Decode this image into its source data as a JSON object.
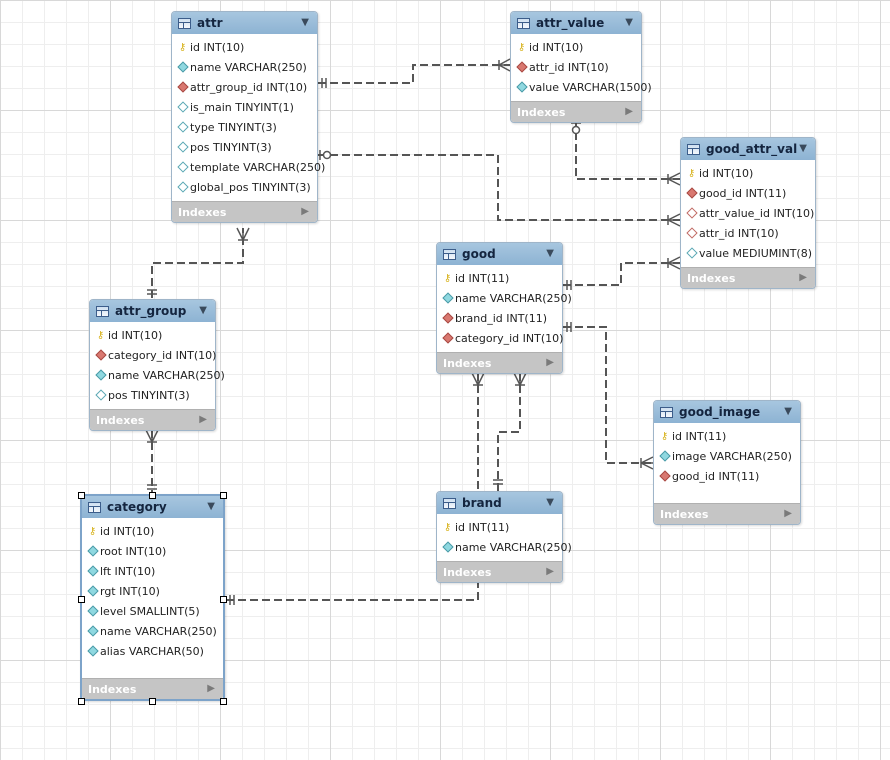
{
  "tables": {
    "attr": {
      "name": "attr",
      "columns": [
        {
          "icon": "pk",
          "text": "id INT(10)"
        },
        {
          "icon": "col",
          "text": "name VARCHAR(250)"
        },
        {
          "icon": "fk",
          "text": "attr_group_id INT(10)"
        },
        {
          "icon": "null",
          "text": "is_main TINYINT(1)"
        },
        {
          "icon": "null",
          "text": "type TINYINT(3)"
        },
        {
          "icon": "null",
          "text": "pos TINYINT(3)"
        },
        {
          "icon": "null",
          "text": "template VARCHAR(250)"
        },
        {
          "icon": "null",
          "text": "global_pos TINYINT(3)"
        }
      ],
      "indexes_label": "Indexes"
    },
    "attr_value": {
      "name": "attr_value",
      "columns": [
        {
          "icon": "pk",
          "text": "id INT(10)"
        },
        {
          "icon": "fk",
          "text": "attr_id INT(10)"
        },
        {
          "icon": "col",
          "text": "value VARCHAR(1500)"
        }
      ],
      "indexes_label": "Indexes"
    },
    "good_attr_val": {
      "name": "good_attr_val",
      "columns": [
        {
          "icon": "pk",
          "text": "id INT(10)"
        },
        {
          "icon": "fk",
          "text": "good_id INT(11)"
        },
        {
          "icon": "nullfk",
          "text": "attr_value_id INT(10)"
        },
        {
          "icon": "nullfk",
          "text": "attr_id INT(10)"
        },
        {
          "icon": "null",
          "text": "value MEDIUMINT(8)"
        }
      ],
      "indexes_label": "Indexes"
    },
    "good": {
      "name": "good",
      "columns": [
        {
          "icon": "pk",
          "text": "id INT(11)"
        },
        {
          "icon": "col",
          "text": "name VARCHAR(250)"
        },
        {
          "icon": "fk",
          "text": "brand_id INT(11)"
        },
        {
          "icon": "fk",
          "text": "category_id INT(10)"
        }
      ],
      "indexes_label": "Indexes"
    },
    "attr_group": {
      "name": "attr_group",
      "columns": [
        {
          "icon": "pk",
          "text": "id INT(10)"
        },
        {
          "icon": "fk",
          "text": "category_id INT(10)"
        },
        {
          "icon": "col",
          "text": "name VARCHAR(250)"
        },
        {
          "icon": "null",
          "text": "pos TINYINT(3)"
        }
      ],
      "indexes_label": "Indexes"
    },
    "good_image": {
      "name": "good_image",
      "columns": [
        {
          "icon": "pk",
          "text": "id INT(11)"
        },
        {
          "icon": "col",
          "text": "image VARCHAR(250)"
        },
        {
          "icon": "fk",
          "text": "good_id INT(11)"
        }
      ],
      "indexes_label": "Indexes"
    },
    "brand": {
      "name": "brand",
      "columns": [
        {
          "icon": "pk",
          "text": "id INT(11)"
        },
        {
          "icon": "col",
          "text": "name VARCHAR(250)"
        }
      ],
      "indexes_label": "Indexes"
    },
    "category": {
      "name": "category",
      "columns": [
        {
          "icon": "pk",
          "text": "id INT(10)"
        },
        {
          "icon": "col",
          "text": "root INT(10)"
        },
        {
          "icon": "col",
          "text": "lft INT(10)"
        },
        {
          "icon": "col",
          "text": "rgt INT(10)"
        },
        {
          "icon": "col",
          "text": "level SMALLINT(5)"
        },
        {
          "icon": "col",
          "text": "name VARCHAR(250)"
        },
        {
          "icon": "col",
          "text": "alias VARCHAR(50)"
        }
      ],
      "indexes_label": "Indexes"
    }
  },
  "relationships": [
    {
      "from": "attr",
      "to": "attr_value"
    },
    {
      "from": "attr",
      "to": "good_attr_val"
    },
    {
      "from": "attr_value",
      "to": "good_attr_val"
    },
    {
      "from": "good",
      "to": "good_attr_val"
    },
    {
      "from": "attr_group",
      "to": "attr"
    },
    {
      "from": "category",
      "to": "attr_group"
    },
    {
      "from": "brand",
      "to": "good"
    },
    {
      "from": "good",
      "to": "good_image"
    },
    {
      "from": "category",
      "to": "good"
    }
  ],
  "icons": {
    "table": "table-icon",
    "expand": "chevron-down-icon",
    "indexes": "chevron-right-icon",
    "primary_key": "key-icon",
    "foreign_key": "foreign-key-icon",
    "column": "column-icon",
    "nullable": "nullable-column-icon"
  },
  "colors": {
    "header": "#8db3d3",
    "indexes_bar": "#c5c5c5",
    "connector": "#555555"
  }
}
